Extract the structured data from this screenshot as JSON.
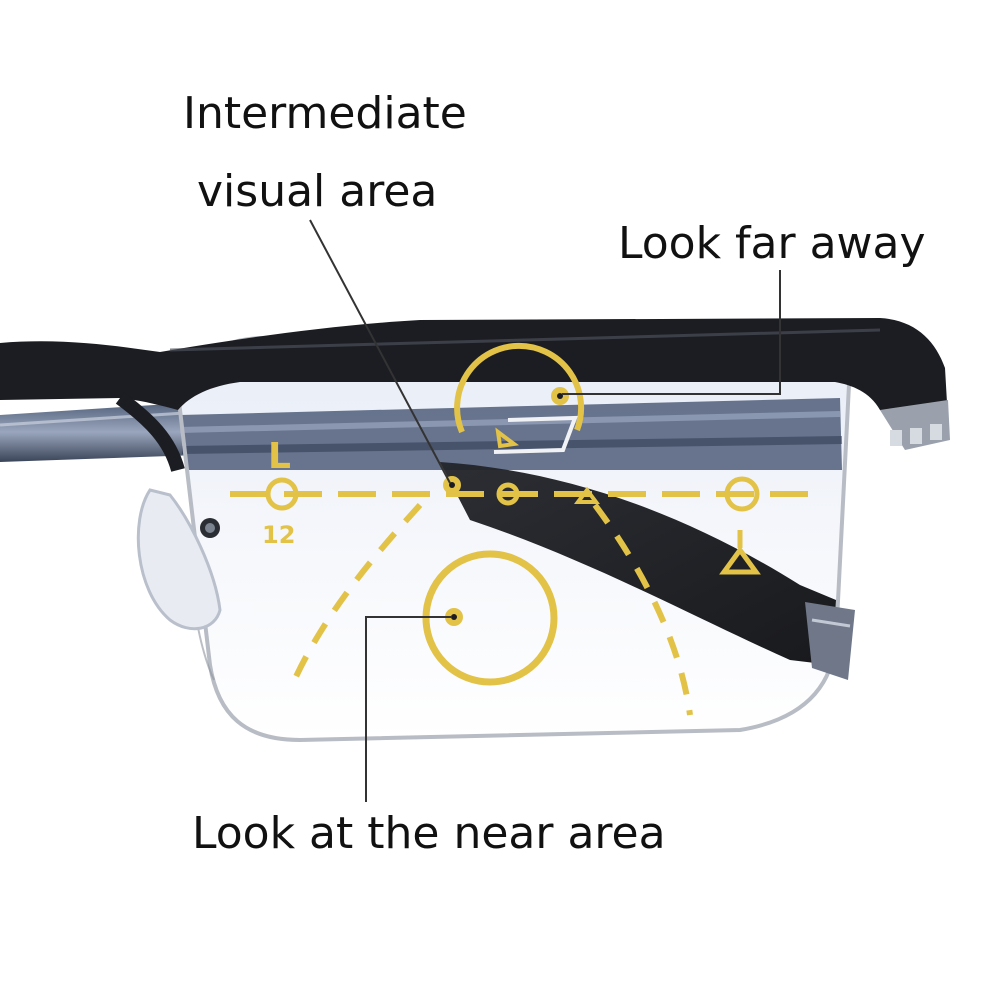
{
  "labels": {
    "intermediate_line1": "Intermediate",
    "intermediate_line2": "visual area",
    "far": "Look far away",
    "near": "Look at the near area"
  },
  "lens_marks": {
    "letter": "L",
    "number": "12"
  },
  "icons": [
    "eyeglasses-frame-illustration",
    "distance-zone-circle-icon",
    "near-zone-circle-icon",
    "center-point-icon",
    "fitting-cross-icon",
    "eye-marker-icon"
  ],
  "colors": {
    "accent_yellow": "#e2c247",
    "frame": "#1b1d22",
    "leader_line": "#333333",
    "text": "#111111"
  }
}
